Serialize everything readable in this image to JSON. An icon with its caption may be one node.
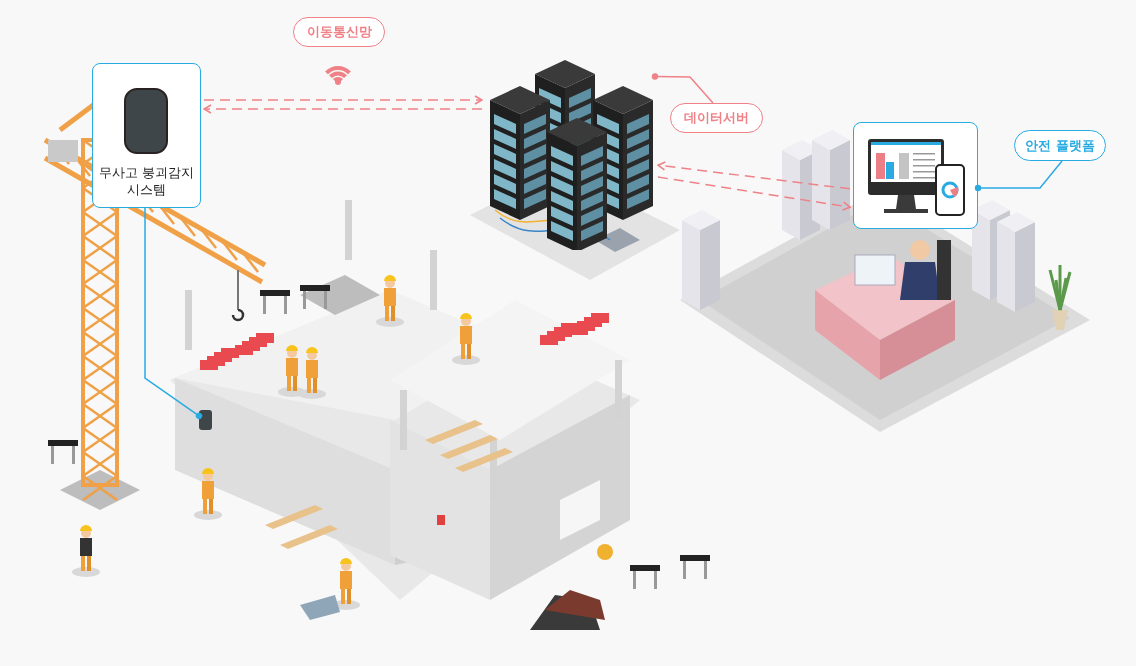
{
  "diagram": {
    "nodes": [
      {
        "text": [
          "이동통신망"
        ]
      },
      {
        "text": [
          "무사고 붕괴감지 시스템"
        ]
      },
      {
        "text": [],
        "shape": "picture"
      },
      {
        "text": [
          "데이터서버"
        ]
      },
      {
        "text": [],
        "shape": "picture"
      },
      {
        "text": [
          "안전 플랫폼"
        ]
      },
      {
        "text": [],
        "shape": "box"
      }
    ],
    "edges": [
      {
        "from": 1,
        "to": 2,
        "arrow": "to",
        "style": "dashed"
      },
      {
        "from": 2,
        "to": 1,
        "arrow": "to",
        "style": "dashed"
      },
      {
        "from": 4,
        "to": 2,
        "arrow": "to",
        "style": "dashed"
      },
      {
        "from": 2,
        "to": 4,
        "arrow": "to",
        "style": "dashed"
      },
      {
        "from": 3,
        "to": 2,
        "arrow": "other"
      },
      {
        "from": 5,
        "to": 4,
        "arrow": "other",
        "color": "#29abe2"
      },
      {
        "from": 1,
        "to": 6,
        "arrow": "other",
        "color": "#29abe2"
      }
    ]
  }
}
